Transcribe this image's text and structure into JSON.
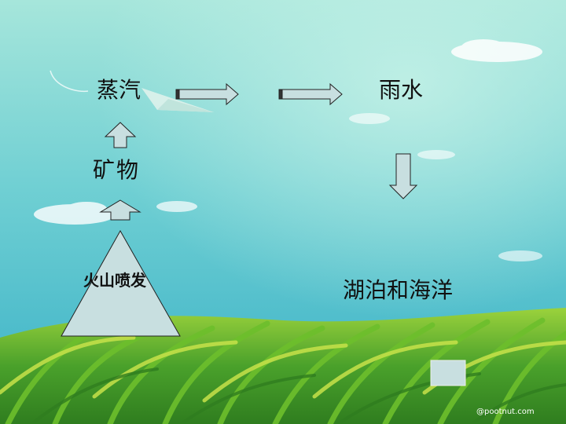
{
  "diagram": {
    "nodes": {
      "steam": "蒸汽",
      "rain": "雨水",
      "mineral": "矿物",
      "volcano": "火山喷发",
      "lakes_seas": "湖泊和海洋"
    }
  },
  "watermark": "@pootnut.com",
  "colors": {
    "sky_top": "#a8e6dc",
    "sky_bottom": "#3fb5c4",
    "shape_fill": "#c8dfe0",
    "outline": "#222222",
    "grass": "#4fa82a"
  }
}
